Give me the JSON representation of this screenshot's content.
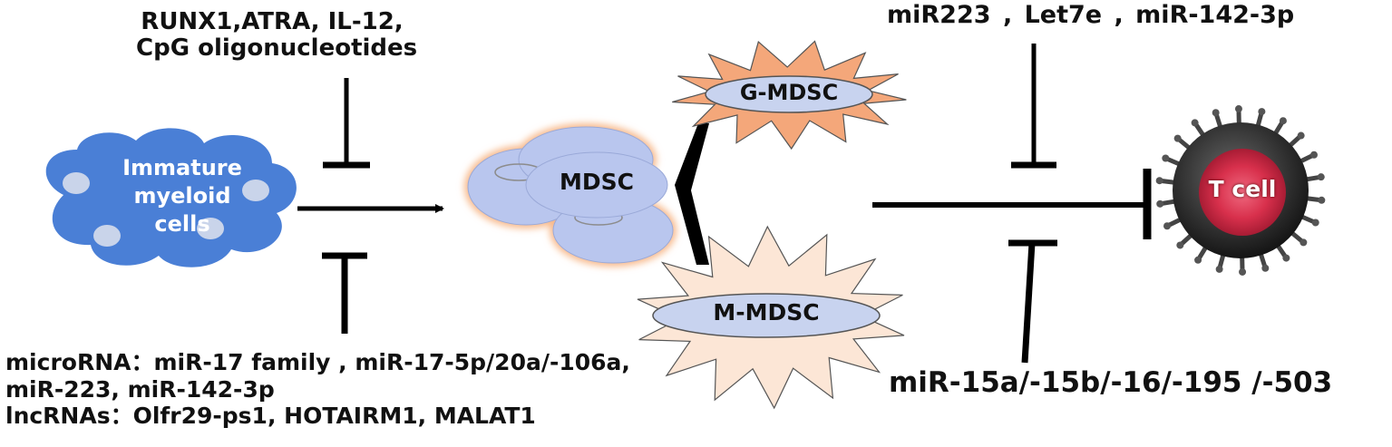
{
  "labels": {
    "top_left": [
      "RUNX1,ATRA, IL-12,",
      "CpG oligonucleotides"
    ],
    "top_right": "miR223 ,   Let7e ,   miR-142-3p",
    "bottom_left": [
      "microRNA：miR-17 family ,  miR-17-5p/20a/-106a,",
      "miR-223,  miR-142-3p",
      "lncRNAs：Olfr29-ps1,  HOTAIRM1,  MALAT1"
    ],
    "bottom_right": "miR-15a/-15b/-16/-195 /-503"
  },
  "nodes": {
    "immature": [
      "Immature",
      "myeloid",
      "cells"
    ],
    "mdsc": "MDSC",
    "g_mdsc": "G-MDSC",
    "m_mdsc": "M-MDSC",
    "t_cell": "T  cell"
  },
  "colors": {
    "cloud": "#4a7fd6",
    "cloud_dots": "#c9d4ea",
    "mdsc_cells": "#b9c6ee",
    "mdsc_glow": "#f7b98c",
    "g_mdsc_burst": "#f4a77a",
    "m_mdsc_burst": "#fce6d6",
    "ellipse_fill": "#c8d3ef",
    "tcell_body": "#3a3a3a",
    "tcell_core": "#e0405a",
    "line": "#000000"
  }
}
